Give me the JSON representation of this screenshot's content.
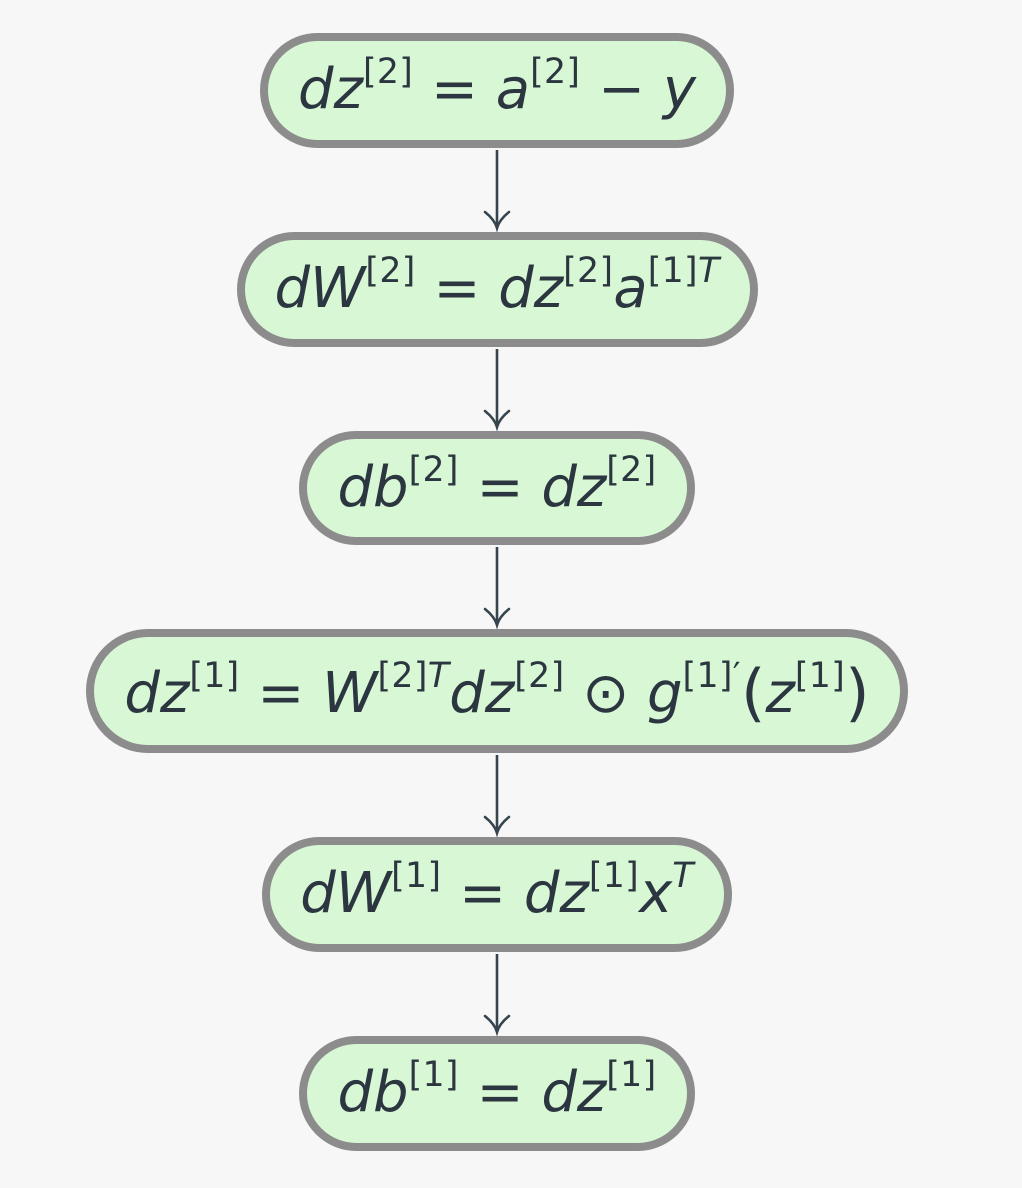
{
  "diagram": {
    "name": "Backpropagation equations flowchart",
    "type": "flowchart",
    "colors": {
      "background": "#f7f7f8",
      "node_fill": "#d8f8d5",
      "node_border": "#8c8c8c",
      "text": "#2b3640",
      "arrow": "#36454d"
    },
    "nodes": [
      {
        "id": "dz2",
        "equation": "dz[2] = a[2] − y",
        "segments": [
          {
            "k": "v",
            "t": "dz"
          },
          {
            "k": "s",
            "t": "[2]"
          },
          {
            "k": "o",
            "t": " = "
          },
          {
            "k": "v",
            "t": "a"
          },
          {
            "k": "s",
            "t": "[2]"
          },
          {
            "k": "o",
            "t": " − "
          },
          {
            "k": "v",
            "t": "y"
          }
        ]
      },
      {
        "id": "dW2",
        "equation": "dW[2] = dz[2]a[1]T",
        "segments": [
          {
            "k": "v",
            "t": "dW"
          },
          {
            "k": "s",
            "t": "[2]"
          },
          {
            "k": "o",
            "t": " = "
          },
          {
            "k": "v",
            "t": "dz"
          },
          {
            "k": "s",
            "t": "[2]"
          },
          {
            "k": "v",
            "t": "a"
          },
          {
            "k": "s",
            "t": "[1]"
          },
          {
            "k": "si",
            "t": "T"
          }
        ]
      },
      {
        "id": "db2",
        "equation": "db[2] = dz[2]",
        "segments": [
          {
            "k": "v",
            "t": "db"
          },
          {
            "k": "s",
            "t": "[2]"
          },
          {
            "k": "o",
            "t": " = "
          },
          {
            "k": "v",
            "t": "dz"
          },
          {
            "k": "s",
            "t": "[2]"
          }
        ]
      },
      {
        "id": "dz1",
        "equation": "dz[1] = W[2]T dz[2] ⊙ g[1]′(z[1])",
        "segments": [
          {
            "k": "v",
            "t": "dz"
          },
          {
            "k": "s",
            "t": "[1]"
          },
          {
            "k": "o",
            "t": " = "
          },
          {
            "k": "v",
            "t": "W"
          },
          {
            "k": "s",
            "t": "[2]"
          },
          {
            "k": "si",
            "t": "T"
          },
          {
            "k": "v",
            "t": "dz"
          },
          {
            "k": "s",
            "t": "[2]"
          },
          {
            "k": "o",
            "t": " ⊙ "
          },
          {
            "k": "v",
            "t": "g"
          },
          {
            "k": "s",
            "t": "[1]′"
          },
          {
            "k": "p",
            "t": "("
          },
          {
            "k": "v",
            "t": "z"
          },
          {
            "k": "s",
            "t": "[1]"
          },
          {
            "k": "p",
            "t": ")"
          }
        ]
      },
      {
        "id": "dW1",
        "equation": "dW[1] = dz[1]xT",
        "segments": [
          {
            "k": "v",
            "t": "dW"
          },
          {
            "k": "s",
            "t": "[1]"
          },
          {
            "k": "o",
            "t": " = "
          },
          {
            "k": "v",
            "t": "dz"
          },
          {
            "k": "s",
            "t": "[1]"
          },
          {
            "k": "v",
            "t": "x"
          },
          {
            "k": "si",
            "t": "T"
          }
        ]
      },
      {
        "id": "db1",
        "equation": "db[1] = dz[1]",
        "segments": [
          {
            "k": "v",
            "t": "db"
          },
          {
            "k": "s",
            "t": "[1]"
          },
          {
            "k": "o",
            "t": " = "
          },
          {
            "k": "v",
            "t": "dz"
          },
          {
            "k": "s",
            "t": "[1]"
          }
        ]
      }
    ],
    "edges": [
      {
        "from": "dz2",
        "to": "dW2"
      },
      {
        "from": "dW2",
        "to": "db2"
      },
      {
        "from": "db2",
        "to": "dz1"
      },
      {
        "from": "dz1",
        "to": "dW1"
      },
      {
        "from": "dW1",
        "to": "db1"
      }
    ]
  }
}
